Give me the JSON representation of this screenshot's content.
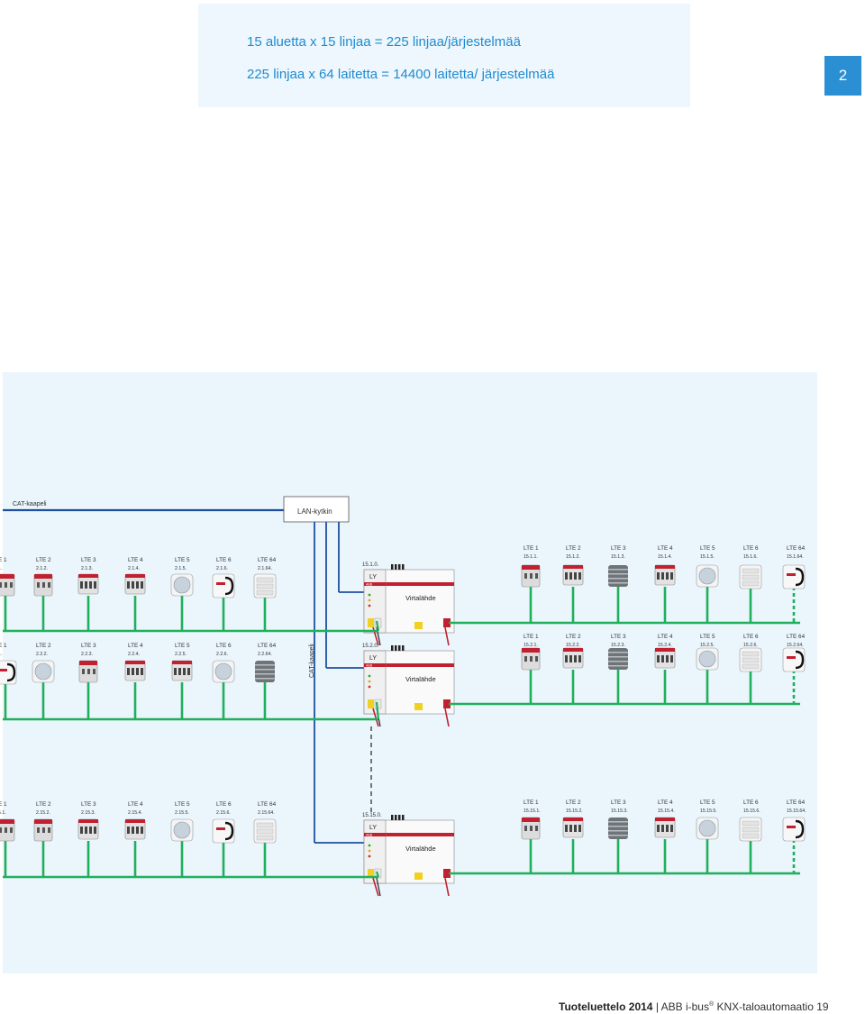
{
  "header": {
    "line1": "15 aluetta x 15 linjaa = 225 linjaa/järjestelmää",
    "line2": "225 linjaa x 64 laitetta = 14400 laitetta/ järjestelmää"
  },
  "section_tab": "2",
  "diagram": {
    "cat_top_label": "CAT-kaapeli",
    "cat_vertical_label": "CAT-kaapeli",
    "lan_label": "LAN-kytkin",
    "power_label": "Virtalähde",
    "ly_label": "LY",
    "abb_label": "ABB",
    "couplers": [
      "15.1.0.",
      "15.2.0.",
      "15.15.0."
    ],
    "left_rows": [
      {
        "labels": [
          "E 1",
          "LTE 2",
          "LTE 3",
          "LTE 4",
          "LTE 5",
          "LTE 6",
          "LTE 64"
        ],
        "addrs": [
          "1.",
          "2.1.2.",
          "2.1.3.",
          "2.1.4.",
          "2.1.5.",
          "2.1.6.",
          "2.1.64."
        ]
      },
      {
        "labels": [
          "E 1",
          "LTE 2",
          "LTE 3",
          "LTE 4",
          "LTE 5",
          "LTE 6",
          "LTE 64"
        ],
        "addrs": [
          "1.",
          "2.2.2.",
          "2.2.3.",
          "2.2.4.",
          "2.2.5.",
          "2.2.6.",
          "2.2.64."
        ]
      },
      {
        "labels": [
          "E 1",
          "LTE 2",
          "LTE 3",
          "LTE 4",
          "LTE 5",
          "LTE 6",
          "LTE 64"
        ],
        "addrs": [
          "5.1.",
          "2.15.2.",
          "2.15.3.",
          "2.15.4.",
          "2.15.5.",
          "2.15.6.",
          "2.15.64."
        ]
      }
    ],
    "right_rows": [
      {
        "labels": [
          "LTE 1",
          "LTE 2",
          "LTE 3",
          "LTE 4",
          "LTE 5",
          "LTE 6",
          "LTE 64"
        ],
        "addrs": [
          "15.1.1.",
          "15.1.2.",
          "15.1.3.",
          "15.1.4.",
          "15.1.5.",
          "15.1.6.",
          "15.1.64."
        ]
      },
      {
        "labels": [
          "LTE 1",
          "LTE 2",
          "LTE 3",
          "LTE 4",
          "LTE 5",
          "LTE 6",
          "LTE 64"
        ],
        "addrs": [
          "15.2.1.",
          "15.2.2.",
          "15.2.3.",
          "15.2.4.",
          "15.2.5.",
          "15.2.6.",
          "15.2.64."
        ]
      },
      {
        "labels": [
          "LTE 1",
          "LTE 2",
          "LTE 3",
          "LTE 4",
          "LTE 5",
          "LTE 6",
          "LTE 64"
        ],
        "addrs": [
          "15.15.1.",
          "15.15.2.",
          "15.15.3.",
          "15.15.4.",
          "15.15.5.",
          "15.15.6.",
          "15.15.64."
        ]
      }
    ]
  },
  "footer": {
    "catalog": "Tuoteluettelo 2014",
    "sep": "|",
    "brand": "ABB i-bus",
    "reg": "®",
    "product": "KNX-taloautomaatio",
    "page": "19"
  },
  "colors": {
    "accent_blue": "#1f8bd0",
    "bus_green": "#1fb05b",
    "cable_blue": "#1e4f9e",
    "panel_bg": "#eaf5fc"
  }
}
